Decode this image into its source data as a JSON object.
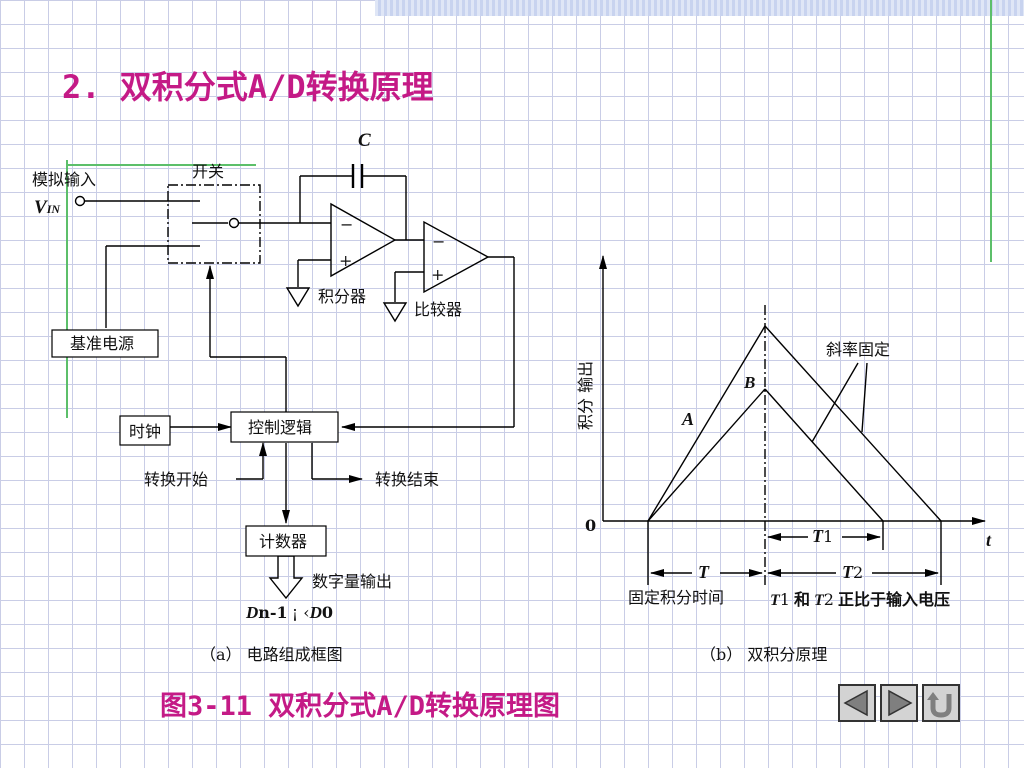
{
  "slide": {
    "title": "2. 双积分式A/D转换原理",
    "caption": "图3-11 双积分式A/D转换原理图"
  },
  "circuit": {
    "analog_input": "模拟输入",
    "vin_main": "V",
    "vin_sub": "IN",
    "switch": "开关",
    "capacitor": "C",
    "minus": "−",
    "plus": "+",
    "integrator": "积分器",
    "comparator": "比较器",
    "reference": "基准电源",
    "clock": "时钟",
    "control_logic": "控制逻辑",
    "start": "转换开始",
    "end": "转换结束",
    "counter": "计数器",
    "digital_output": "数字量输出",
    "d_high_main": "D",
    "d_high_sub": "n-1",
    "d_sep": "¡ ‹",
    "d_low_main": "D",
    "d_low_sub": "0",
    "sub_caption": "（a） 电路组成框图"
  },
  "waveform": {
    "y_axis_label": "积分 输出",
    "origin": "0",
    "t_axis": "t",
    "label_a": "A",
    "label_b": "B",
    "fixed_slope": "斜率固定",
    "t1_main": "T",
    "t1_sub": "1",
    "t_main": "T",
    "t2_main": "T",
    "t2_sub": "2",
    "fixed_time": "固定积分时间",
    "proportional": "和",
    "proportional_tail": "正比于输入电压",
    "sub_caption": "（b） 双积分原理"
  },
  "nav": {
    "prev": "prev-triangle",
    "next": "next-triangle",
    "return": "return-u-arrow"
  }
}
